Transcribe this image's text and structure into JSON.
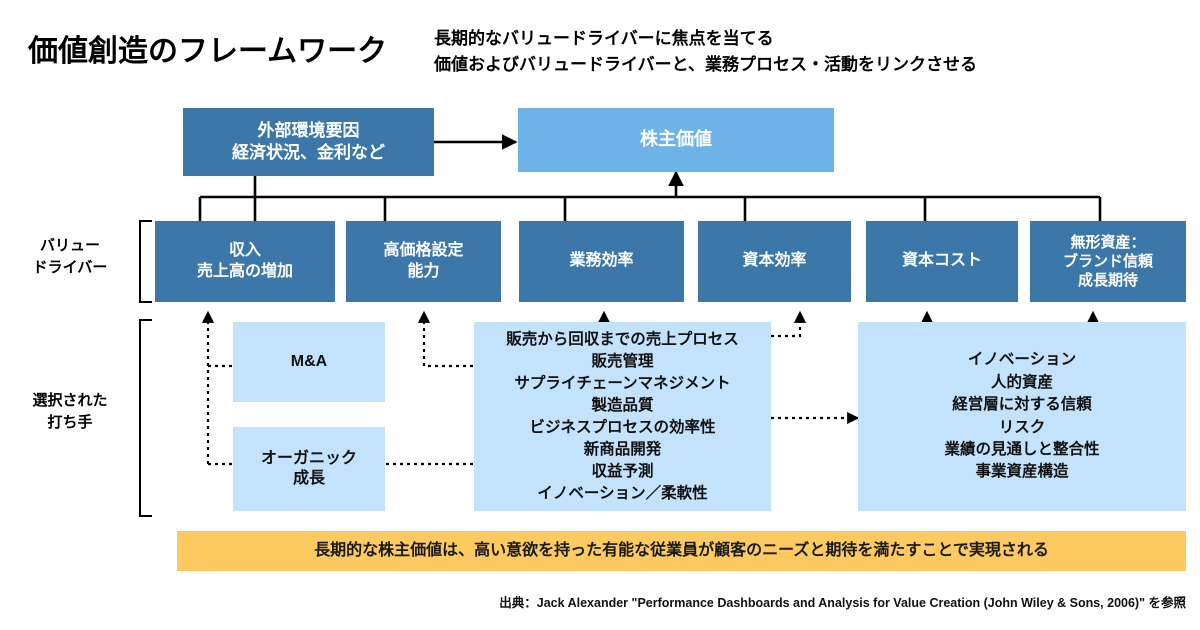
{
  "header": {
    "title": "価値創造のフレームワーク",
    "subtitle_lines": [
      "長期的なバリュードライバーに焦点を当てる",
      "価値およびバリュードライバーと、業務プロセス・活動をリンクさせる"
    ]
  },
  "row_labels": {
    "value_drivers": "バリュー\nドライバー",
    "selected_levers": "選択された\n打ち手"
  },
  "nodes": {
    "external_factors": "外部環境要因\n経済状況、金利など",
    "shareholder_value": "株主価値",
    "drivers": [
      {
        "label": "収入\n売上高の増加"
      },
      {
        "label": "高価格設定\n能力"
      },
      {
        "label": "業務効率"
      },
      {
        "label": "資本効率"
      },
      {
        "label": "資本コスト"
      },
      {
        "label": "無形資産：\nブランド信頼\n成長期待"
      }
    ],
    "levers": [
      {
        "label": "M&A"
      },
      {
        "label": "オーガニック\n成長"
      }
    ],
    "process_list": "販売から回収までの売上プロセス\n販売管理\nサプライチェーンマネジメント\n製造品質\nビジネスプロセスの効率性\n新商品開発\n収益予測\nイノベーション／柔軟性",
    "intangibles_list": "イノベーション\n人的資産\n経営層に対する信頼\nリスク\n業績の見通しと整合性\n事業資産構造"
  },
  "banner": {
    "text": "長期的な株主価値は、高い意欲を持った有能な従業員が顧客のニーズと期待を満たすことで実現される"
  },
  "footer": {
    "source": "出典：Jack Alexander \"Performance Dashboards and Analysis for Value Creation (John Wiley & Sons, 2006)\" を参照"
  },
  "colors": {
    "dark_blue": "#3b77a8",
    "mid_blue": "#6db3e8",
    "pale_blue": "#c3e2fb",
    "orange": "#fcca61",
    "line": "#000000",
    "text_dark": "#111111",
    "background": "#ffffff"
  }
}
